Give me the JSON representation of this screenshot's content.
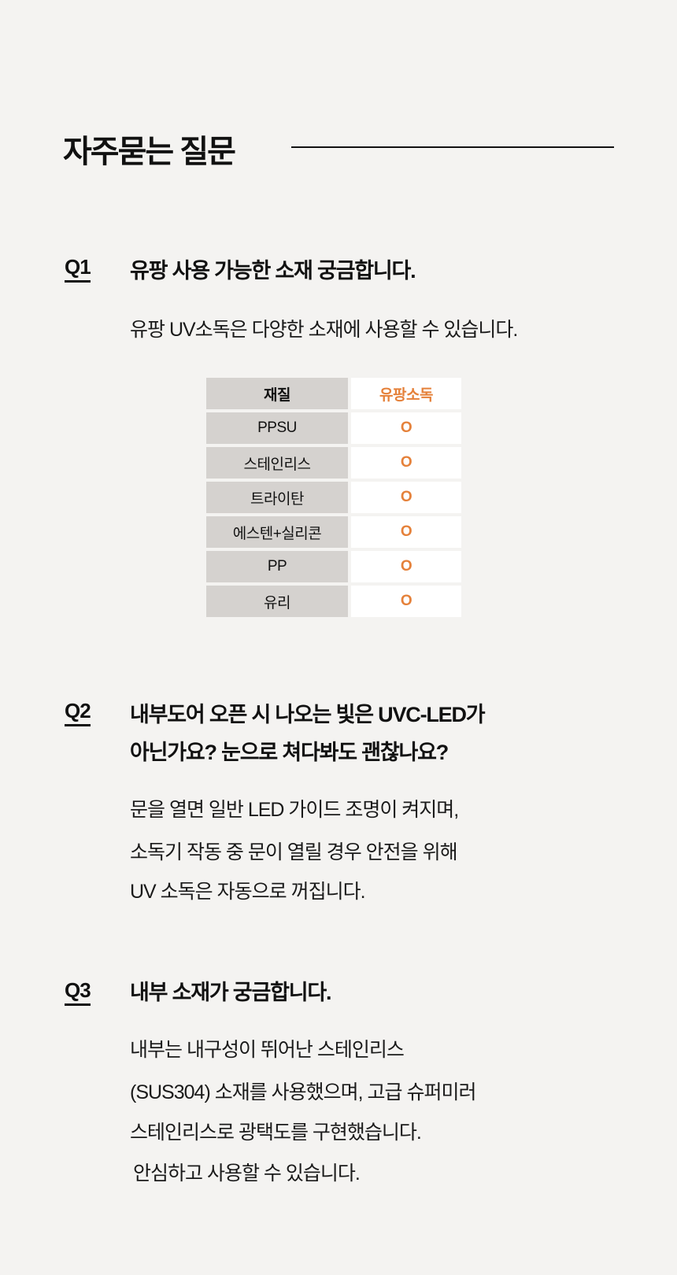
{
  "title": "자주묻는 질문",
  "faq": [
    {
      "num": "Q1",
      "question": [
        "유팡 사용 가능한 소재 궁금합니다."
      ],
      "answer": [
        "유팡 UV소독은 다양한 소재에 사용할 수 있습니다."
      ]
    },
    {
      "num": "Q2",
      "question": [
        "내부도어 오픈 시 나오는 빛은 UVC-LED가",
        "아닌가요? 눈으로 쳐다봐도 괜찮나요?"
      ],
      "answer": [
        "문을 열면 일반 LED 가이드 조명이 켜지며,",
        "소독기 작동 중 문이 열릴 경우 안전을 위해",
        "UV 소독은 자동으로 꺼집니다."
      ]
    },
    {
      "num": "Q3",
      "question": [
        "내부 소재가 궁금합니다."
      ],
      "answer": [
        "내부는 내구성이 뛰어난 스테인리스",
        "(SUS304) 소재를 사용했으며, 고급 슈퍼미러",
        "스테인리스로 광택도를 구현했습니다.",
        "안심하고 사용할 수 있습니다."
      ]
    }
  ],
  "table": {
    "headers": [
      "재질",
      "유팡소독"
    ],
    "rows": [
      [
        "PPSU",
        "O"
      ],
      [
        "스테인리스",
        "O"
      ],
      [
        "트라이탄",
        "O"
      ],
      [
        "에스텐+실리콘",
        "O"
      ],
      [
        "PP",
        "O"
      ],
      [
        "유리",
        "O"
      ]
    ]
  },
  "colors": {
    "accent": "#e5813a",
    "background": "#f4f3f1",
    "material_cell": "#d5d2cf"
  }
}
